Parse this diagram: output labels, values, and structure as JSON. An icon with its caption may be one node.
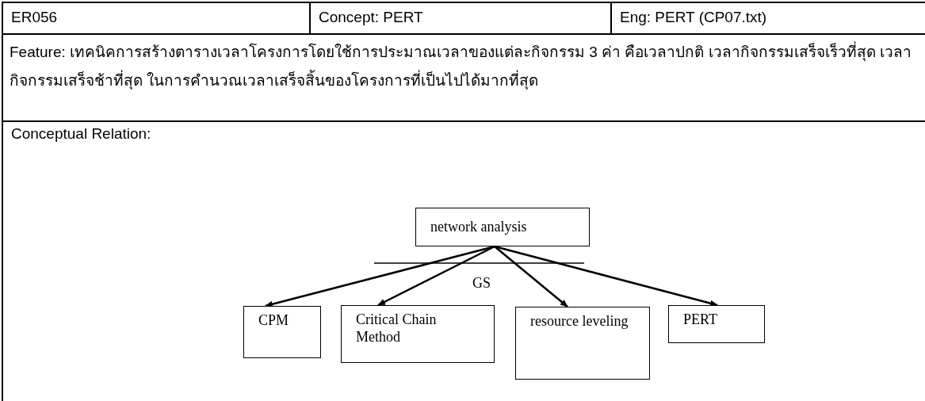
{
  "diagram": {
    "nodes": [
      {
        "text": [
          "network analysis"
        ]
      },
      {
        "text": [
          "CPM"
        ]
      },
      {
        "text": [
          "Critical Chain Method"
        ]
      },
      {
        "text": [
          "resource leveling"
        ]
      },
      {
        "text": [
          "PERT"
        ]
      }
    ],
    "edges": [
      {
        "from": 0,
        "to": 1,
        "arrow": "to"
      },
      {
        "from": 0,
        "to": 2,
        "arrow": "to"
      },
      {
        "from": 0,
        "to": 3,
        "arrow": "to"
      },
      {
        "from": 0,
        "to": 4,
        "arrow": "to"
      }
    ],
    "labels": [
      "ER056",
      "Concept: PERT",
      "Eng: PERT (CP07.txt)",
      "Feature: เทคนิคการสร้างตารางเวลาโครงการโดยใช้การประมาณเวลาของแต่ละกิจกรรม 3 ค่า คือเวลาปกติ เวลากิจกรรมเสร็จเร็วที่สุด เวลากิจกรรมเสร็จช้าที่สุด ในการคำนวณเวลาเสร็จสิ้นของโครงการที่เป็นไปได้มากที่สุด",
      "Conceptual Relation:",
      "GS"
    ]
  }
}
